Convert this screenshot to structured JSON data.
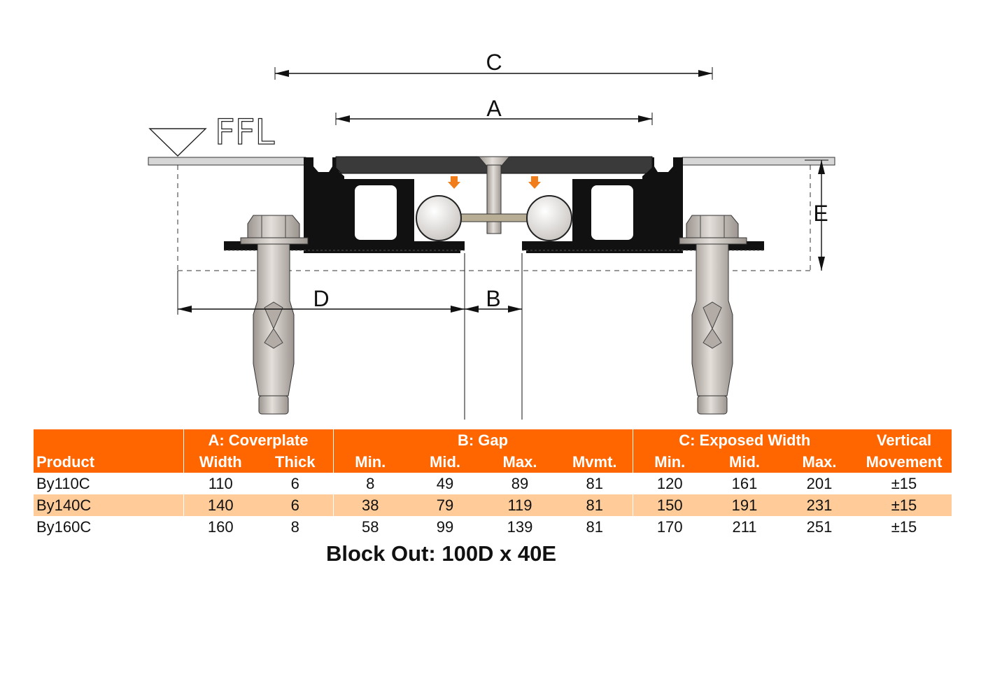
{
  "diagram": {
    "dimension_labels": {
      "c": "C",
      "a": "A",
      "e": "E",
      "d": "D",
      "b": "B"
    },
    "ffl_label": "FFL"
  },
  "table": {
    "group_headers": {
      "coverplate": "A: Coverplate",
      "gap": "B: Gap",
      "exposed": "C: Exposed Width",
      "vertical": "Vertical"
    },
    "sub_headers": {
      "product": "Product",
      "width": "Width",
      "thick": "Thick",
      "gap_min": "Min.",
      "gap_mid": "Mid.",
      "gap_max": "Max.",
      "gap_mvmt": "Mvmt.",
      "exp_min": "Min.",
      "exp_mid": "Mid.",
      "exp_max": "Max.",
      "movement": "Movement"
    },
    "rows": [
      {
        "product": "By110C",
        "width": "110",
        "thick": "6",
        "gap_min": "8",
        "gap_mid": "49",
        "gap_max": "89",
        "gap_mvmt": "81",
        "exp_min": "120",
        "exp_mid": "161",
        "exp_max": "201",
        "movement": "±15"
      },
      {
        "product": "By140C",
        "width": "140",
        "thick": "6",
        "gap_min": "38",
        "gap_mid": "79",
        "gap_max": "119",
        "gap_mvmt": "81",
        "exp_min": "150",
        "exp_mid": "191",
        "exp_max": "231",
        "movement": "±15"
      },
      {
        "product": "By160C",
        "width": "160",
        "thick": "8",
        "gap_min": "58",
        "gap_mid": "99",
        "gap_max": "139",
        "gap_mvmt": "81",
        "exp_min": "170",
        "exp_mid": "211",
        "exp_max": "251",
        "movement": "±15"
      }
    ]
  },
  "block_out": "Block Out: 100D x 40E",
  "colors": {
    "accent": "#ff6600",
    "row_highlight": "#ffcc99",
    "profile": "#111111",
    "anchor": "#cfc8c2"
  }
}
